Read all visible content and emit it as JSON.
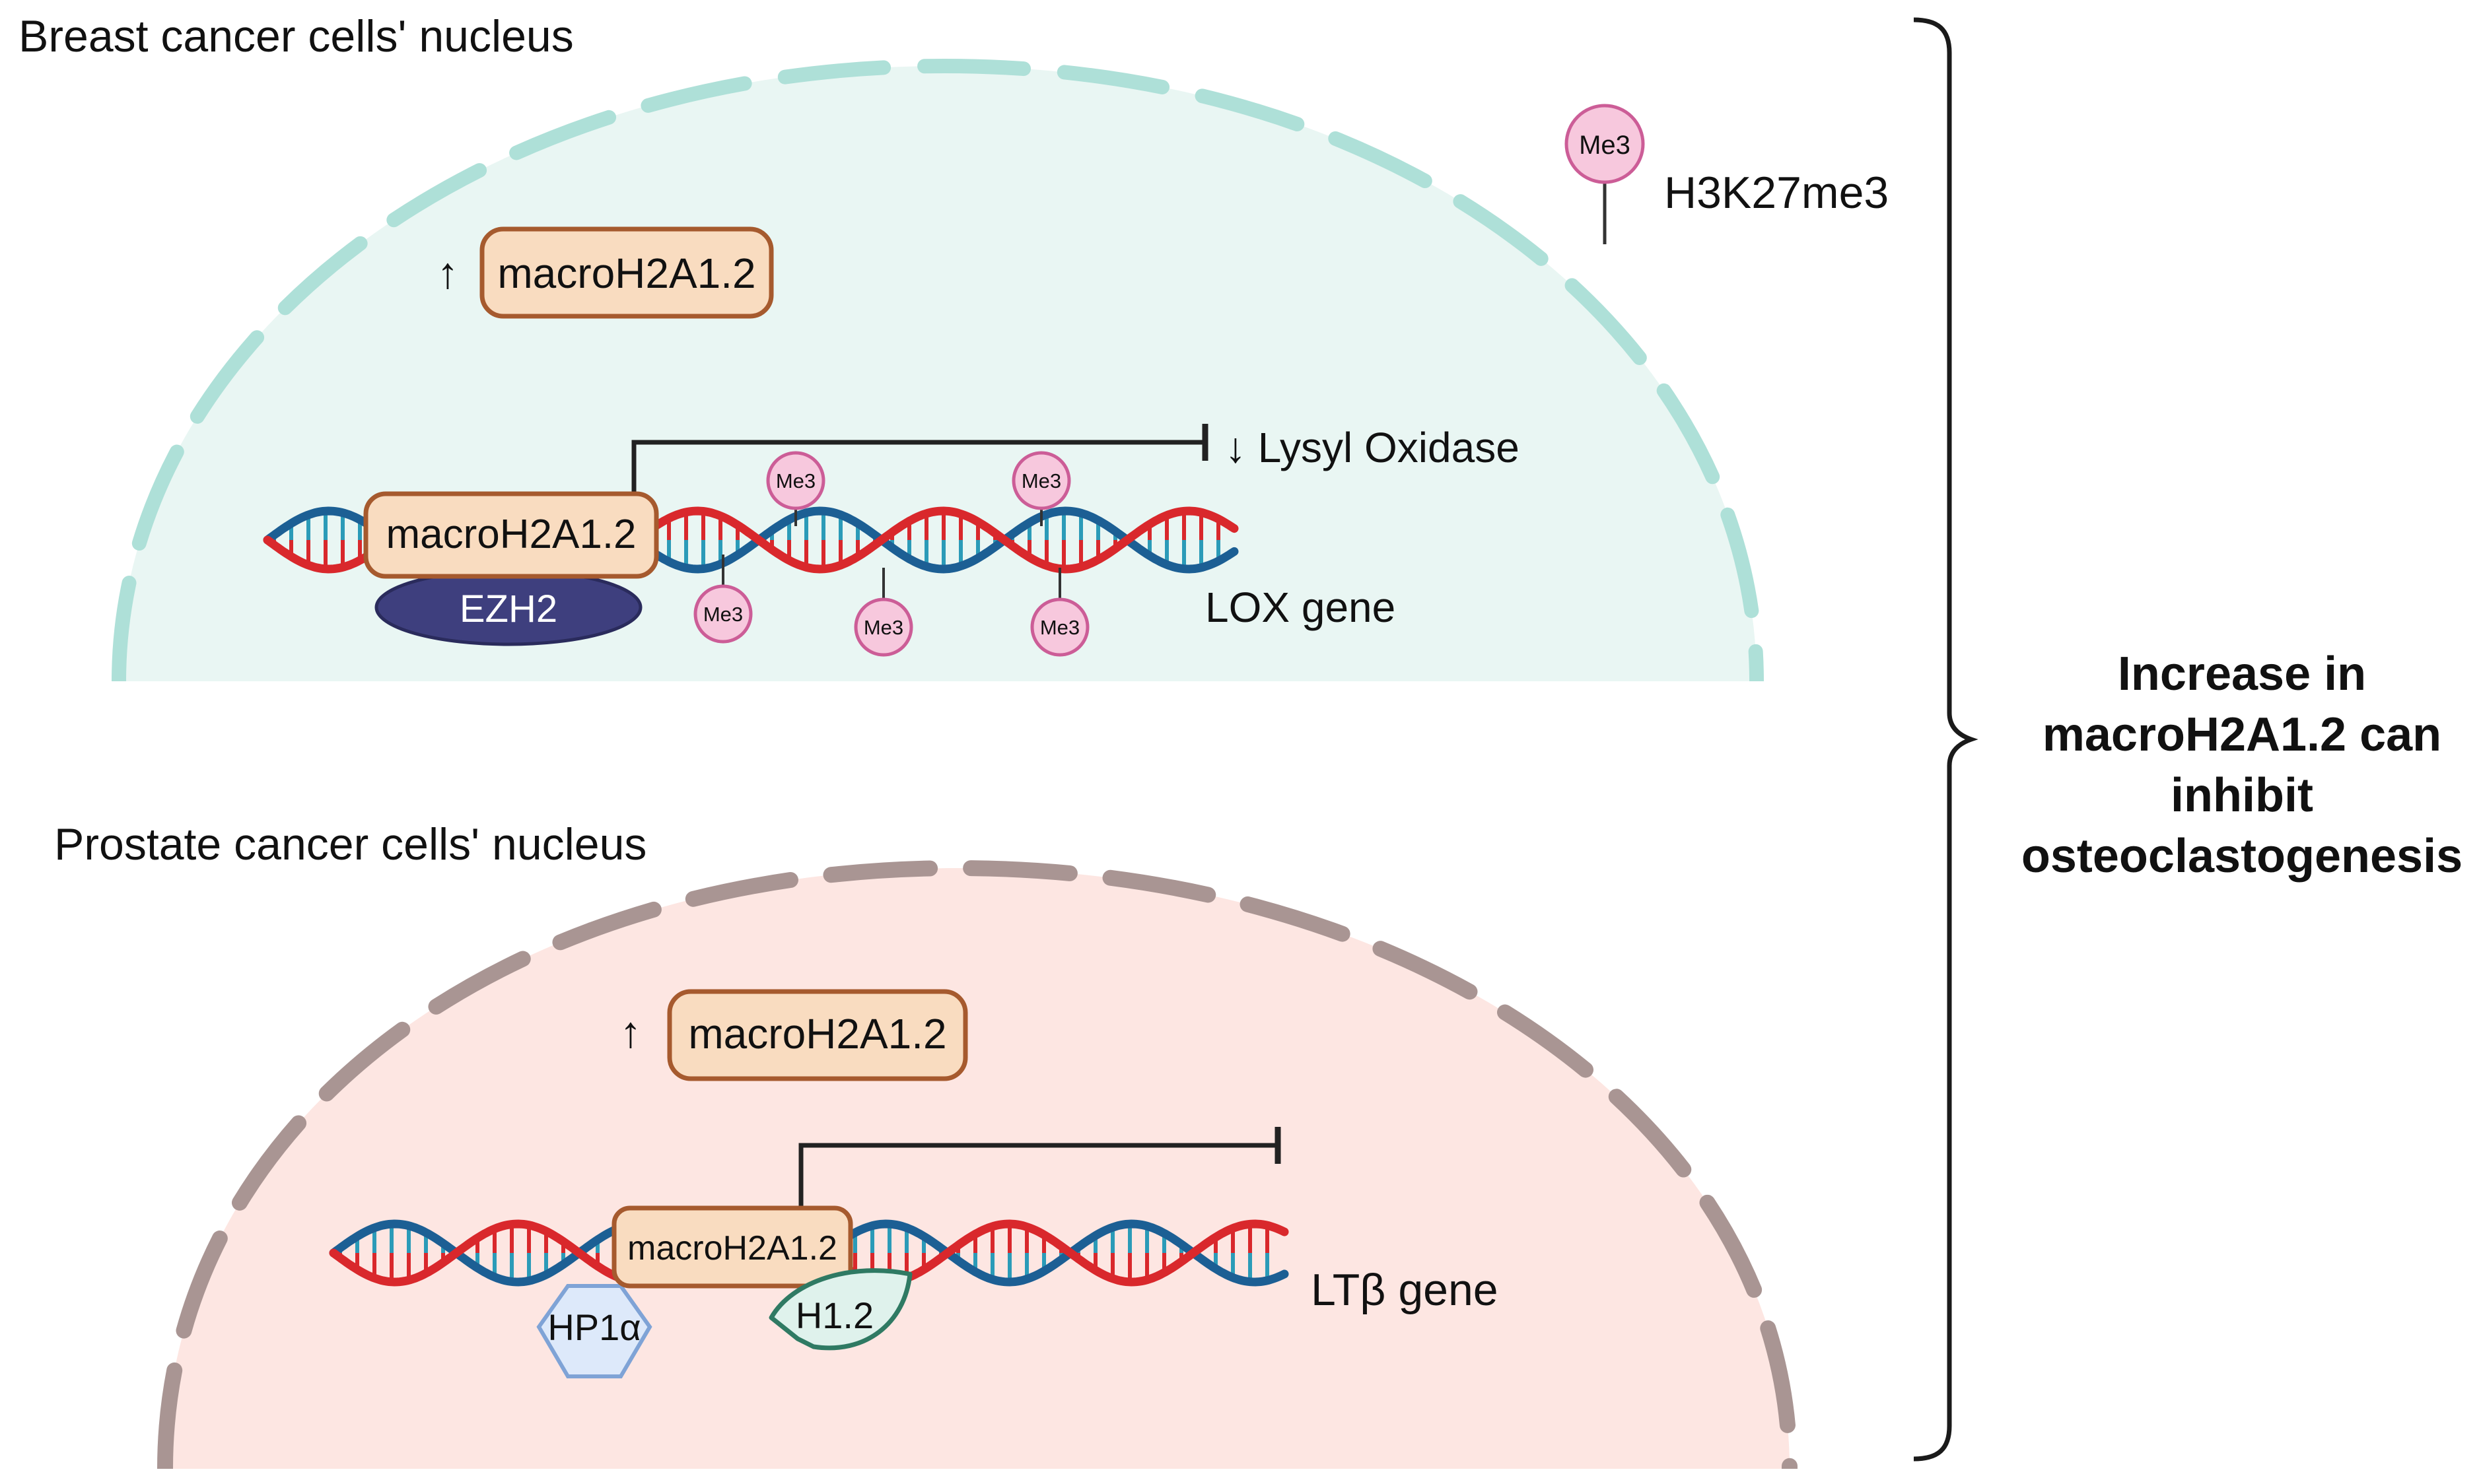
{
  "breast": {
    "title": "Breast cancer cells' nucleus",
    "up_arrow": "↑",
    "protein_label": "macroH2A1.2",
    "bound_protein_label": "macroH2A1.2",
    "partner_label": "EZH2",
    "gene_label": "LOX gene",
    "effect_label": "↓ Lysyl Oxidase",
    "mark_label": "Me3",
    "colors": {
      "nucleus_fill": "#e9f6f3",
      "nucleus_border": "#aee0d8"
    }
  },
  "legend": {
    "mark_label": "Me3",
    "mark_name": "H3K27me3"
  },
  "prostate": {
    "title": "Prostate cancer cells' nucleus",
    "up_arrow": "↑",
    "protein_label": "macroH2A1.2",
    "bound_protein_label": "macroH2A1.2",
    "partner1_label": "HP1α",
    "partner2_label": "H1.2",
    "gene_label": "LTβ gene",
    "colors": {
      "nucleus_fill": "#fde6e2",
      "nucleus_border": "#a99593"
    }
  },
  "conclusion": {
    "lines": [
      "Increase in",
      "macroH2A1.2 can",
      "inhibit",
      "osteoclastogenesis"
    ]
  },
  "colors": {
    "protein_fill": "#f9dcc0",
    "protein_border": "#a65a2e",
    "ezh2_fill": "#3e3f7e",
    "me3_fill": "#f7c8dd",
    "me3_border": "#cc5d97",
    "dna_red": "#d9282c",
    "dna_blue": "#1c5f94",
    "hp1a_fill": "#dde9fa",
    "hp1a_border": "#7fa3d6",
    "h12_fill": "#dff2ec",
    "h12_border": "#2f7a63"
  }
}
